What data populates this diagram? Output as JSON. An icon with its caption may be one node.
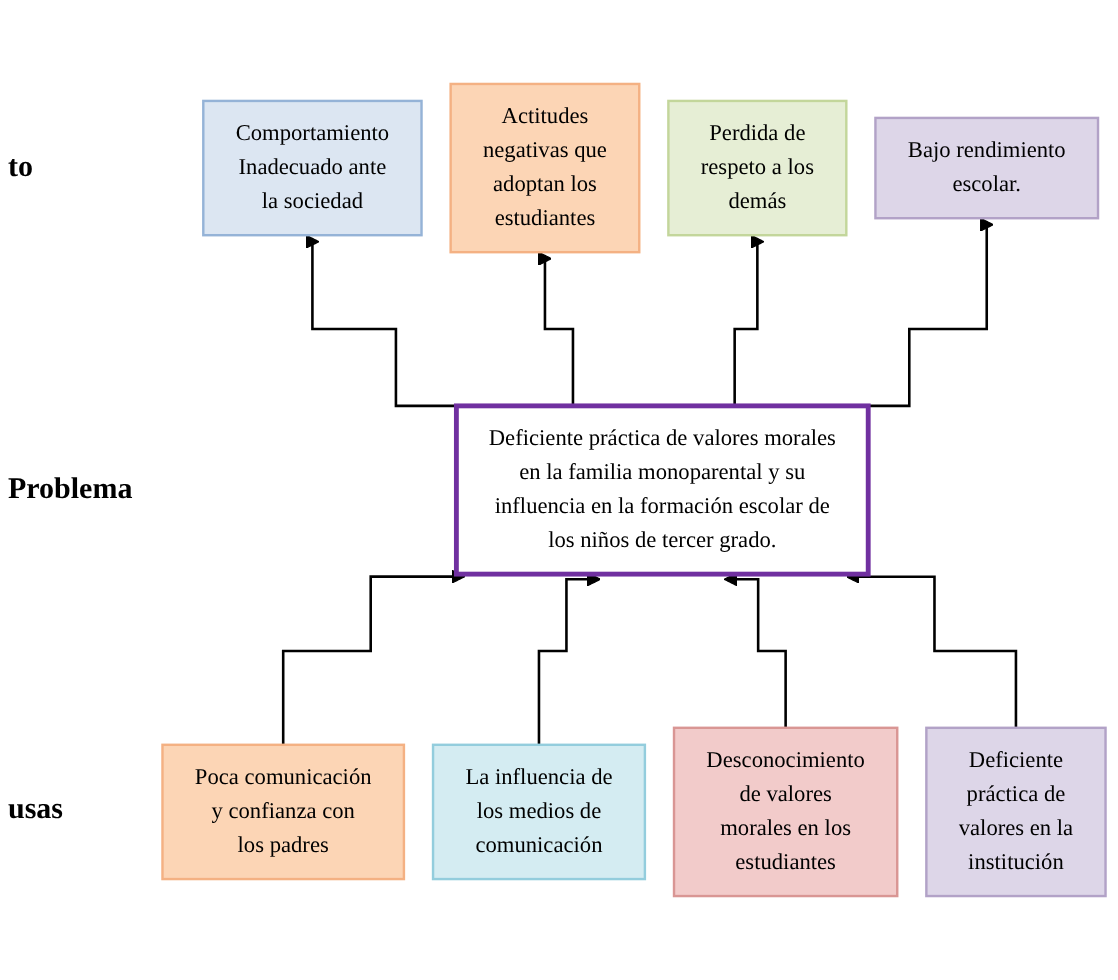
{
  "diagram": {
    "nodes": [
      {
        "text": [
          "Comportamiento Inadecuado ante la sociedad"
        ]
      },
      {
        "text": [
          "Actitudes negativas que adoptan los estudiantes"
        ]
      },
      {
        "text": [
          "Perdida de respeto a los demás"
        ]
      },
      {
        "text": [
          "Bajo rendimiento escolar."
        ]
      },
      {
        "text": [
          "Deficiente práctica de valores morales en la familia monoparental y su influencia en la formación escolar de los niños de tercer grado."
        ]
      },
      {
        "text": [
          "Poca comunicación y confianza con los padres"
        ]
      },
      {
        "text": [
          "La influencia de los medios de comunicación"
        ]
      },
      {
        "text": [
          "Desconocimiento de valores morales en los estudiantes"
        ]
      },
      {
        "text": [
          "Deficiente práctica de valores en la institución"
        ]
      }
    ],
    "edges": [
      {
        "from": 4,
        "to": 0,
        "arrow": "to"
      },
      {
        "from": 4,
        "to": 1,
        "arrow": "to"
      },
      {
        "from": 4,
        "to": 2,
        "arrow": "to"
      },
      {
        "from": 4,
        "to": 3,
        "arrow": "to"
      },
      {
        "from": 5,
        "to": 4,
        "arrow": "to"
      },
      {
        "from": 6,
        "to": 4,
        "arrow": "to"
      },
      {
        "from": 7,
        "to": 4,
        "arrow": "to"
      },
      {
        "from": 8,
        "to": 4,
        "arrow": "to"
      }
    ],
    "labels": [
      "to",
      "Problema",
      "usas"
    ]
  }
}
